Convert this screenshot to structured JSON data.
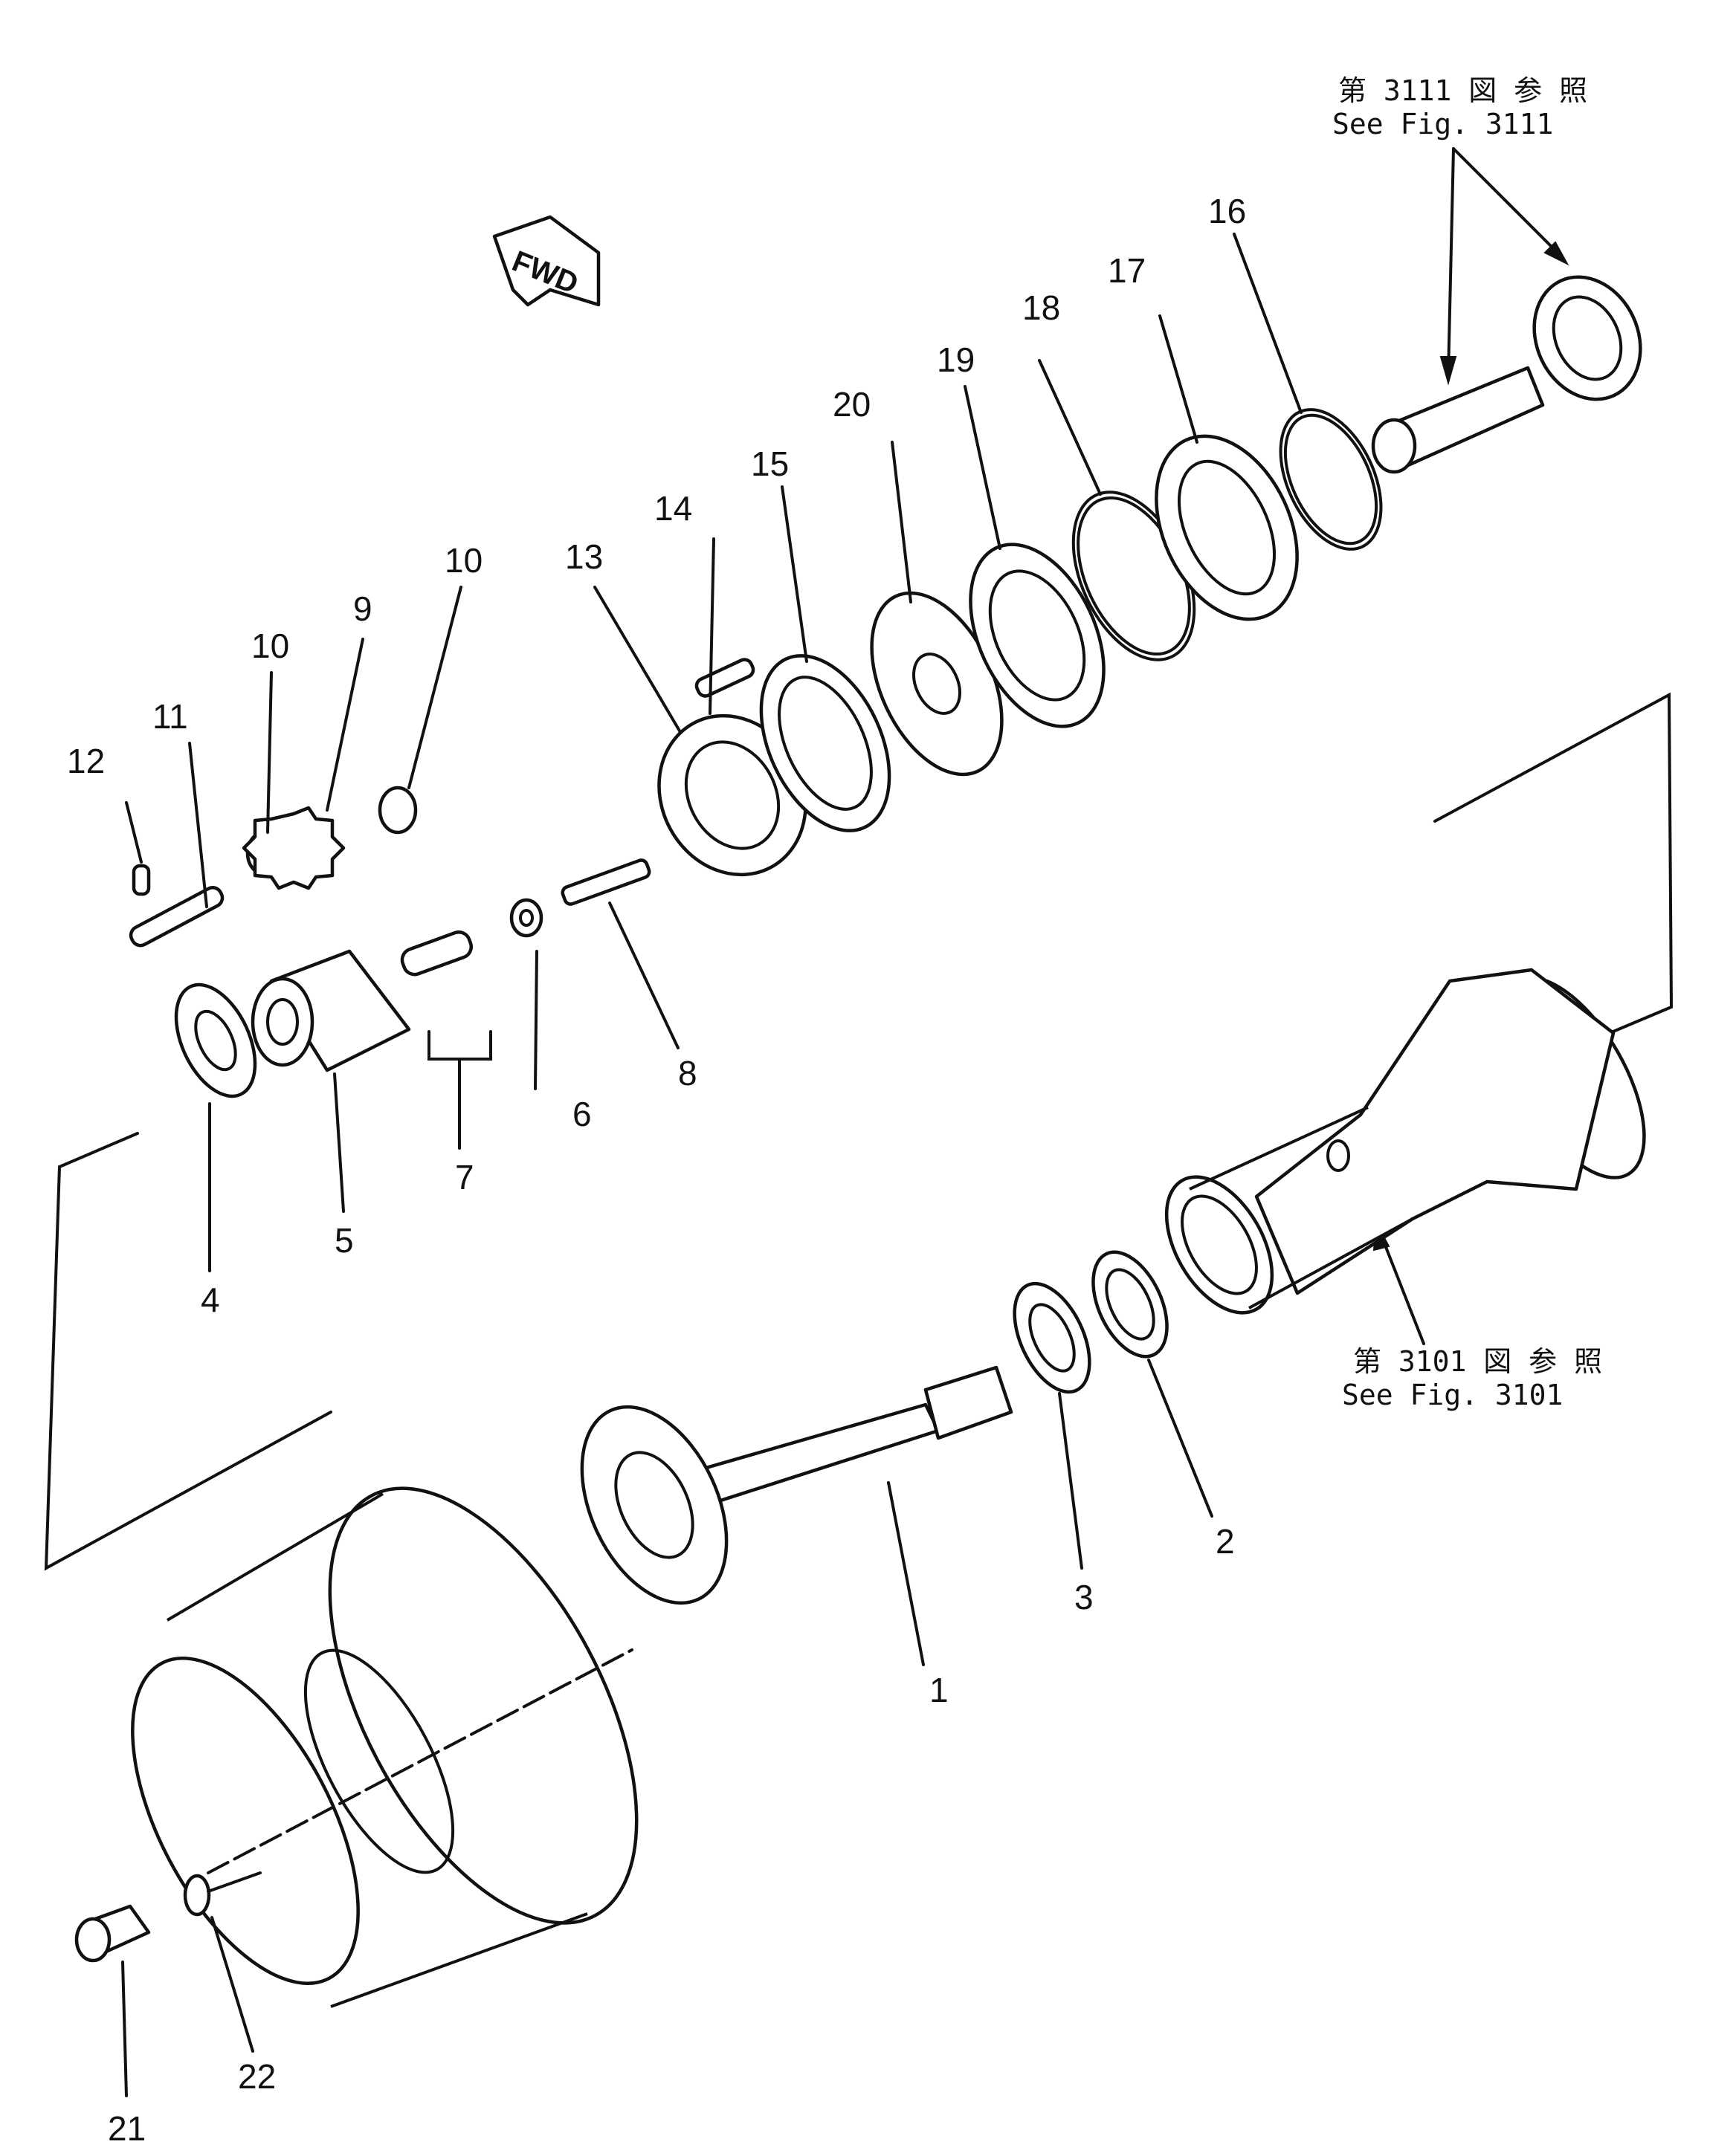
{
  "diagram": {
    "fwd_label": "FWD",
    "references": [
      {
        "jp": "第 3111 図 参 照",
        "en": "See Fig. 3111"
      },
      {
        "jp": "第 3101 図 参 照",
        "en": "See Fig. 3101"
      }
    ],
    "part_numbers": [
      "1",
      "2",
      "3",
      "4",
      "5",
      "6",
      "7",
      "8",
      "9",
      "10",
      "10",
      "11",
      "12",
      "13",
      "14",
      "15",
      "16",
      "17",
      "18",
      "19",
      "20",
      "21",
      "22"
    ]
  }
}
